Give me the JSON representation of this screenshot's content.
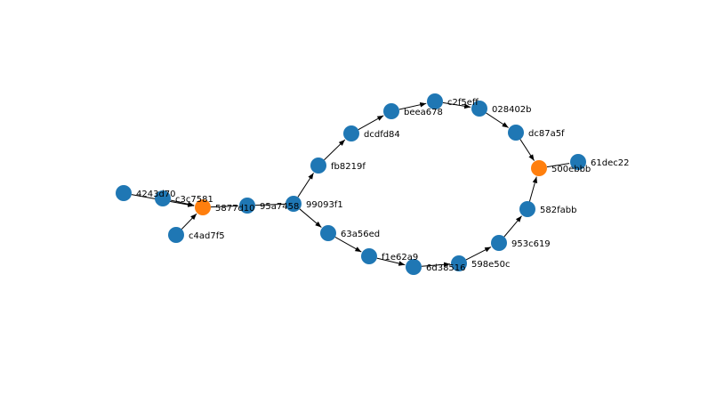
{
  "colors": {
    "default_node": "#1f77b4",
    "highlight_node": "#ff7f0e",
    "edge": "#000000",
    "label": "#000000",
    "background": "#ffffff"
  },
  "nodes": [
    {
      "id": "4243d70",
      "label": "4243d70",
      "color": "default"
    },
    {
      "id": "c3c7581",
      "label": "c3c7581",
      "color": "default"
    },
    {
      "id": "5877d10",
      "label": "5877d10",
      "color": "highlight"
    },
    {
      "id": "c4ad7f5",
      "label": "c4ad7f5",
      "color": "default"
    },
    {
      "id": "95a7458",
      "label": "95a7458",
      "color": "default"
    },
    {
      "id": "99093f1",
      "label": "99093f1",
      "color": "default"
    },
    {
      "id": "fb8219f",
      "label": "fb8219f",
      "color": "default"
    },
    {
      "id": "dcdfd84",
      "label": "dcdfd84",
      "color": "default"
    },
    {
      "id": "beea678",
      "label": "beea678",
      "color": "default"
    },
    {
      "id": "c2f5eff",
      "label": "c2f5eff",
      "color": "default"
    },
    {
      "id": "028402b",
      "label": "028402b",
      "color": "default"
    },
    {
      "id": "dc87a5f",
      "label": "dc87a5f",
      "color": "default"
    },
    {
      "id": "500ebbb",
      "label": "500ebbb",
      "color": "highlight"
    },
    {
      "id": "61dec22",
      "label": "61dec22",
      "color": "default"
    },
    {
      "id": "582fabb",
      "label": "582fabb",
      "color": "default"
    },
    {
      "id": "953c619",
      "label": "953c619",
      "color": "default"
    },
    {
      "id": "598e50c",
      "label": "598e50c",
      "color": "default"
    },
    {
      "id": "6d38516",
      "label": "6d38516",
      "color": "default"
    },
    {
      "id": "f1e62a9",
      "label": "f1e62a9",
      "color": "default"
    },
    {
      "id": "63a56ed",
      "label": "63a56ed",
      "color": "default"
    }
  ],
  "edges": [
    {
      "source": "4243d70",
      "target": "5877d10",
      "directed": true
    },
    {
      "source": "c3c7581",
      "target": "5877d10",
      "directed": true
    },
    {
      "source": "c4ad7f5",
      "target": "5877d10",
      "directed": true
    },
    {
      "source": "5877d10",
      "target": "95a7458",
      "directed": false
    },
    {
      "source": "95a7458",
      "target": "99093f1",
      "directed": false
    },
    {
      "source": "99093f1",
      "target": "fb8219f",
      "directed": true
    },
    {
      "source": "fb8219f",
      "target": "dcdfd84",
      "directed": true
    },
    {
      "source": "dcdfd84",
      "target": "beea678",
      "directed": true
    },
    {
      "source": "beea678",
      "target": "c2f5eff",
      "directed": true
    },
    {
      "source": "c2f5eff",
      "target": "028402b",
      "directed": true
    },
    {
      "source": "028402b",
      "target": "dc87a5f",
      "directed": true
    },
    {
      "source": "dc87a5f",
      "target": "500ebbb",
      "directed": true
    },
    {
      "source": "500ebbb",
      "target": "61dec22",
      "directed": false
    },
    {
      "source": "99093f1",
      "target": "63a56ed",
      "directed": true
    },
    {
      "source": "63a56ed",
      "target": "f1e62a9",
      "directed": true
    },
    {
      "source": "f1e62a9",
      "target": "6d38516",
      "directed": true
    },
    {
      "source": "6d38516",
      "target": "598e50c",
      "directed": true
    },
    {
      "source": "598e50c",
      "target": "953c619",
      "directed": true
    },
    {
      "source": "953c619",
      "target": "582fabb",
      "directed": true
    },
    {
      "source": "582fabb",
      "target": "500ebbb",
      "directed": true
    }
  ]
}
